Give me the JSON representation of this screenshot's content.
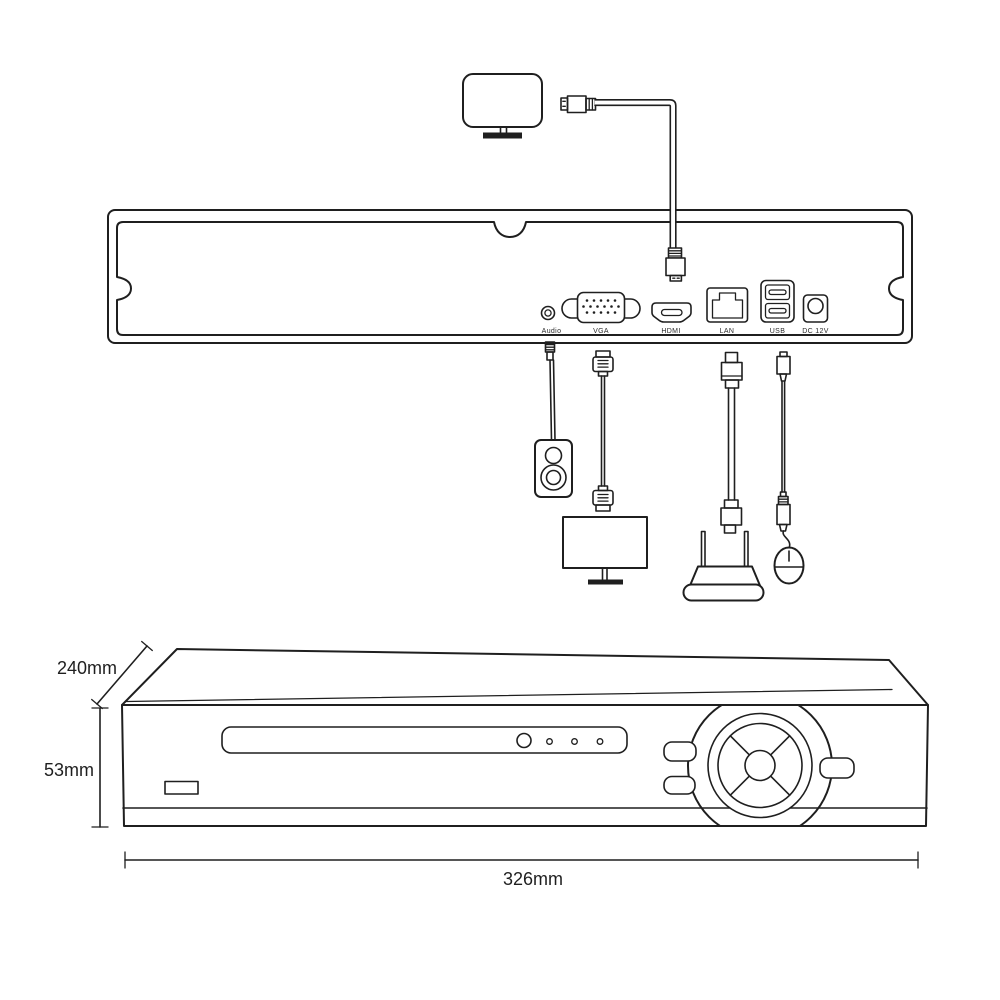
{
  "diagram": {
    "back_panel": {
      "ports": [
        {
          "name": "audio-port",
          "label": "Audio"
        },
        {
          "name": "vga-port",
          "label": "VGA"
        },
        {
          "name": "hdmi-port",
          "label": "HDMI"
        },
        {
          "name": "lan-port",
          "label": "LAN"
        },
        {
          "name": "usb-port",
          "label": "USB"
        },
        {
          "name": "dc-power-port",
          "label": "DC 12V"
        }
      ]
    },
    "connected_devices": [
      "tv-icon",
      "hdmi-cable-icon",
      "audio-jack-cable-icon",
      "speaker-icon",
      "vga-cable-icon",
      "monitor-icon",
      "lan-cable-icon",
      "router-icon",
      "usb-cable-icon",
      "mouse-icon"
    ],
    "front_view": {
      "dimensions": {
        "depth_label": "240mm",
        "height_label": "53mm",
        "width_label": "326mm"
      }
    },
    "colors": {
      "line": "#1f1f1f",
      "background": "#ffffff"
    }
  }
}
